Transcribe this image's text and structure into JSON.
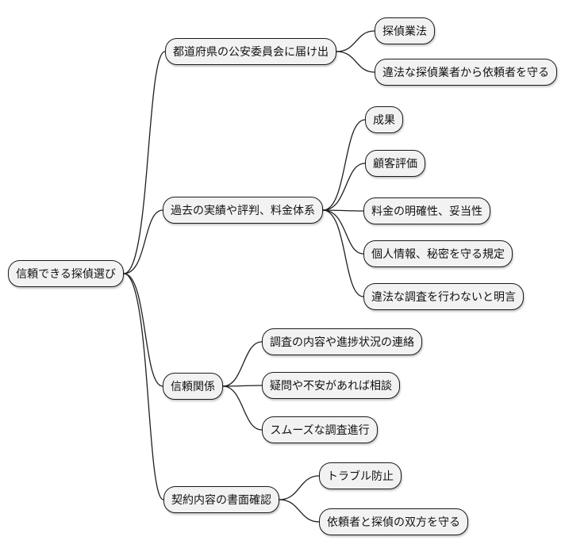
{
  "diagram": {
    "type": "mindmap",
    "colors": {
      "node_fill": "#f2f2f2",
      "node_border": "#1a1a1a",
      "connector": "#1f1f1f",
      "background": "#ffffff"
    },
    "root": {
      "label": "信頼できる探偵選び"
    },
    "branches": [
      {
        "label": "都道府県の公安委員会に届け出",
        "children": [
          {
            "label": "探偵業法"
          },
          {
            "label": "違法な探偵業者から依頼者を守る"
          }
        ]
      },
      {
        "label": "過去の実績や評判、料金体系",
        "children": [
          {
            "label": "成果"
          },
          {
            "label": "顧客評価"
          },
          {
            "label": "料金の明確性、妥当性"
          },
          {
            "label": "個人情報、秘密を守る規定"
          },
          {
            "label": "違法な調査を行わないと明言"
          }
        ]
      },
      {
        "label": "信頼関係",
        "children": [
          {
            "label": "調査の内容や進捗状況の連絡"
          },
          {
            "label": "疑問や不安があれば相談"
          },
          {
            "label": "スムーズな調査進行"
          }
        ]
      },
      {
        "label": "契約内容の書面確認",
        "children": [
          {
            "label": "トラブル防止"
          },
          {
            "label": "依頼者と探偵の双方を守る"
          }
        ]
      }
    ]
  }
}
